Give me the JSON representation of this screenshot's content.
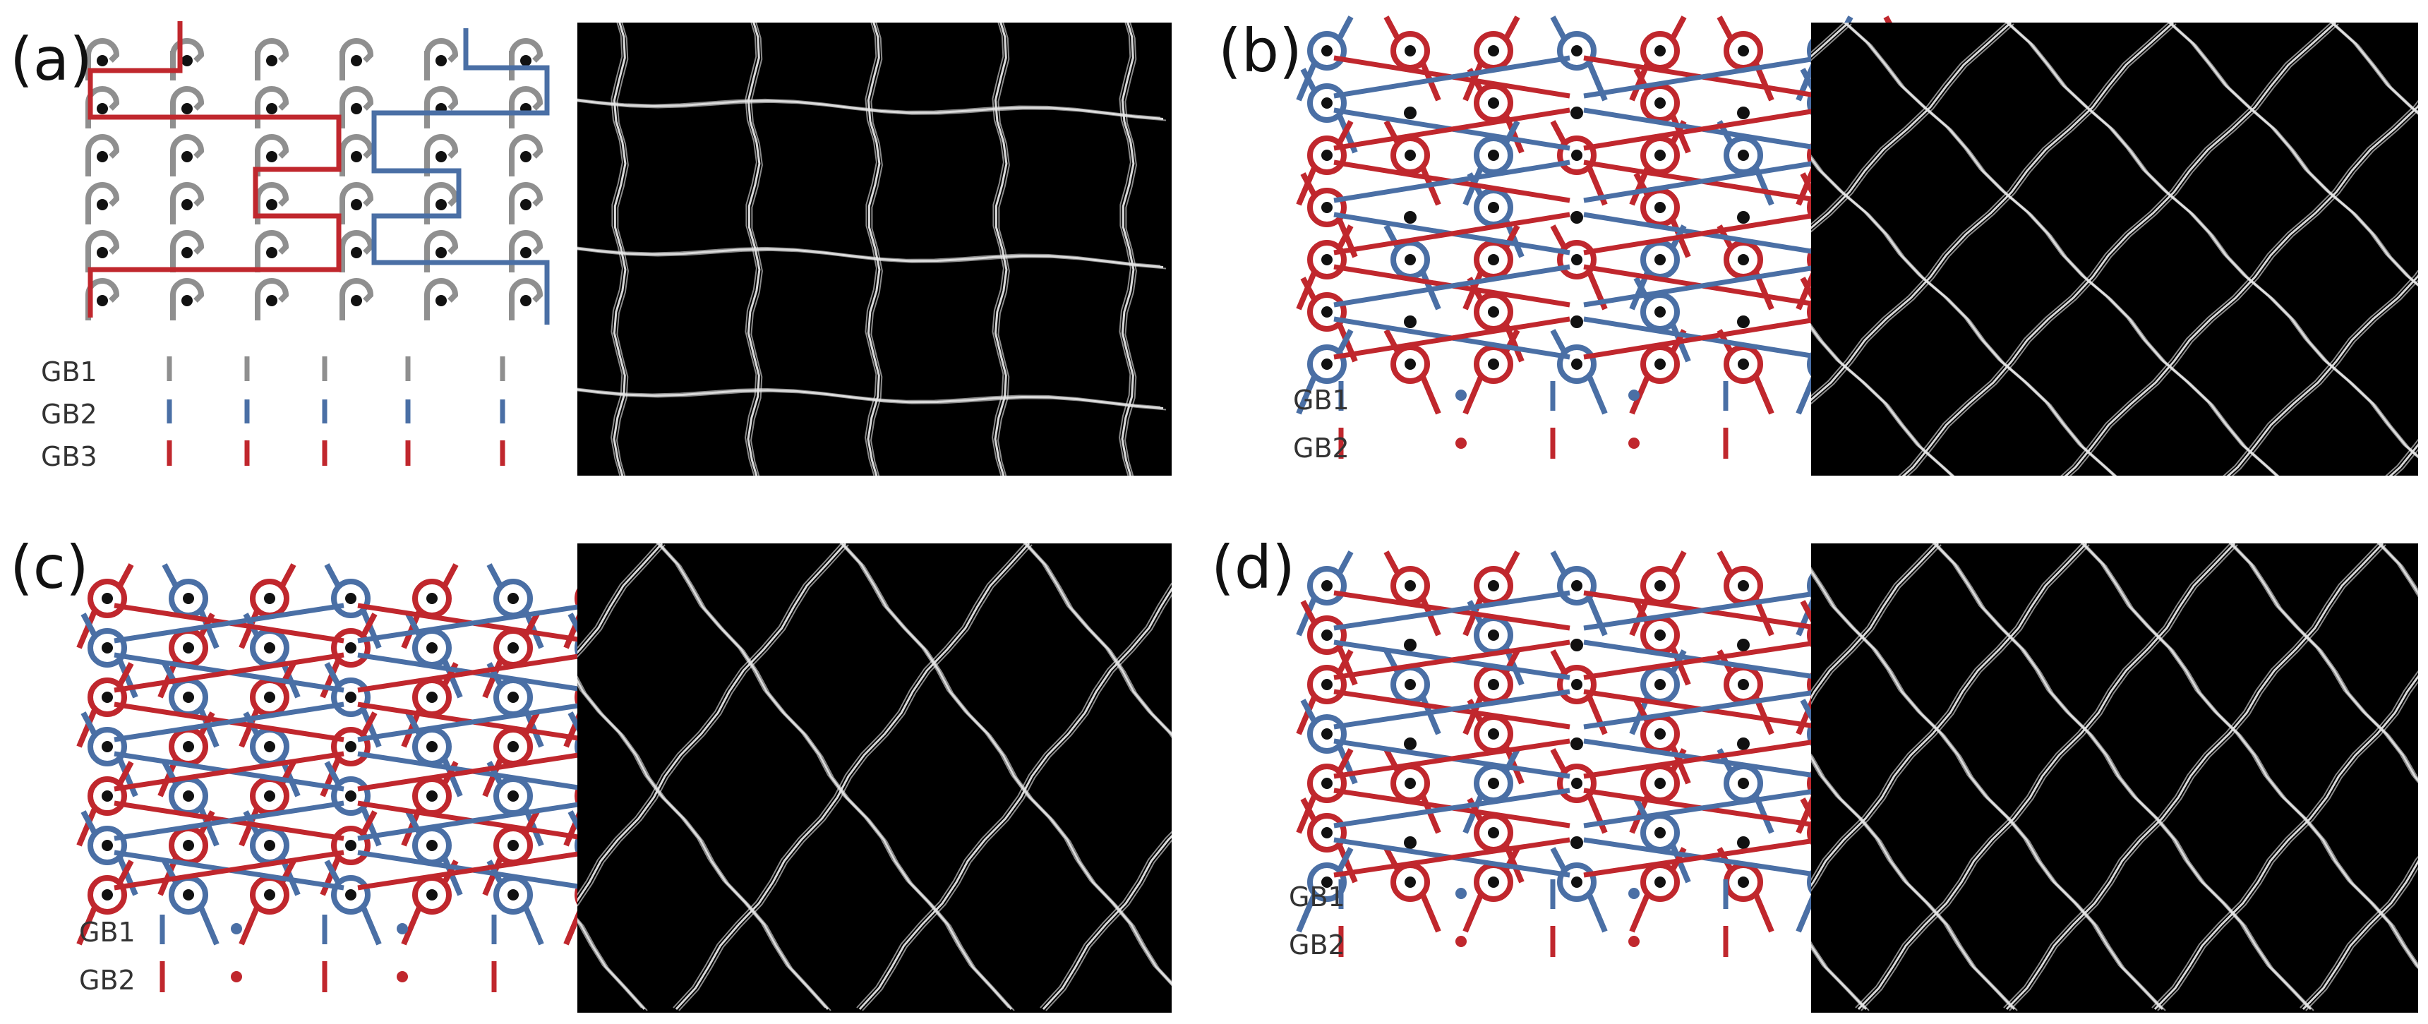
{
  "panels": [
    {
      "id": "a",
      "label": "(a)",
      "guide_bars": [
        "GB1",
        "GB2",
        "GB3"
      ]
    },
    {
      "id": "b",
      "label": "(b)",
      "guide_bars": [
        "GB1",
        "GB2"
      ]
    },
    {
      "id": "c",
      "label": "(c)",
      "guide_bars": [
        "GB1",
        "GB2"
      ]
    },
    {
      "id": "d",
      "label": "(d)",
      "guide_bars": [
        "GB1",
        "GB2"
      ]
    }
  ],
  "colors": {
    "gray": "#8f8f8f",
    "blue": "#4a6fa5",
    "red": "#c0272d",
    "dot": "#111111",
    "photo_bg": "#000000",
    "fiber": "#e6e6e6"
  },
  "icons": {
    "needle_loop": "loop-with-needle-dot",
    "fabric_photo": "knitted-mesh-micrograph"
  }
}
